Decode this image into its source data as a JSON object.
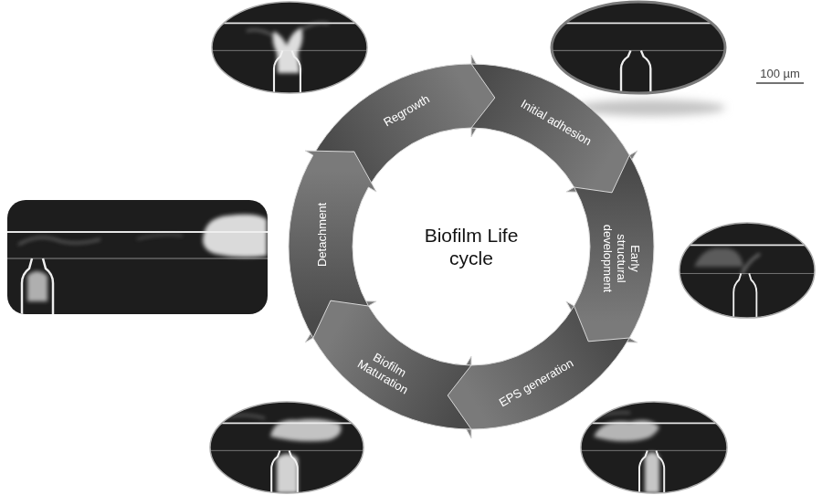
{
  "diagram": {
    "nodes": [
      {
        "text": [
          "Biofilm Life cycle"
        ]
      },
      {
        "text": [
          "Regrowth"
        ]
      },
      {
        "text": [
          "Initial adhesion"
        ]
      },
      {
        "text": [
          "Early structural development"
        ]
      },
      {
        "text": [
          "EPS generation"
        ]
      },
      {
        "text": [
          "Biofilm Maturation"
        ]
      },
      {
        "text": [
          "Detachment"
        ]
      }
    ],
    "labels": [
      "100 µm"
    ]
  }
}
